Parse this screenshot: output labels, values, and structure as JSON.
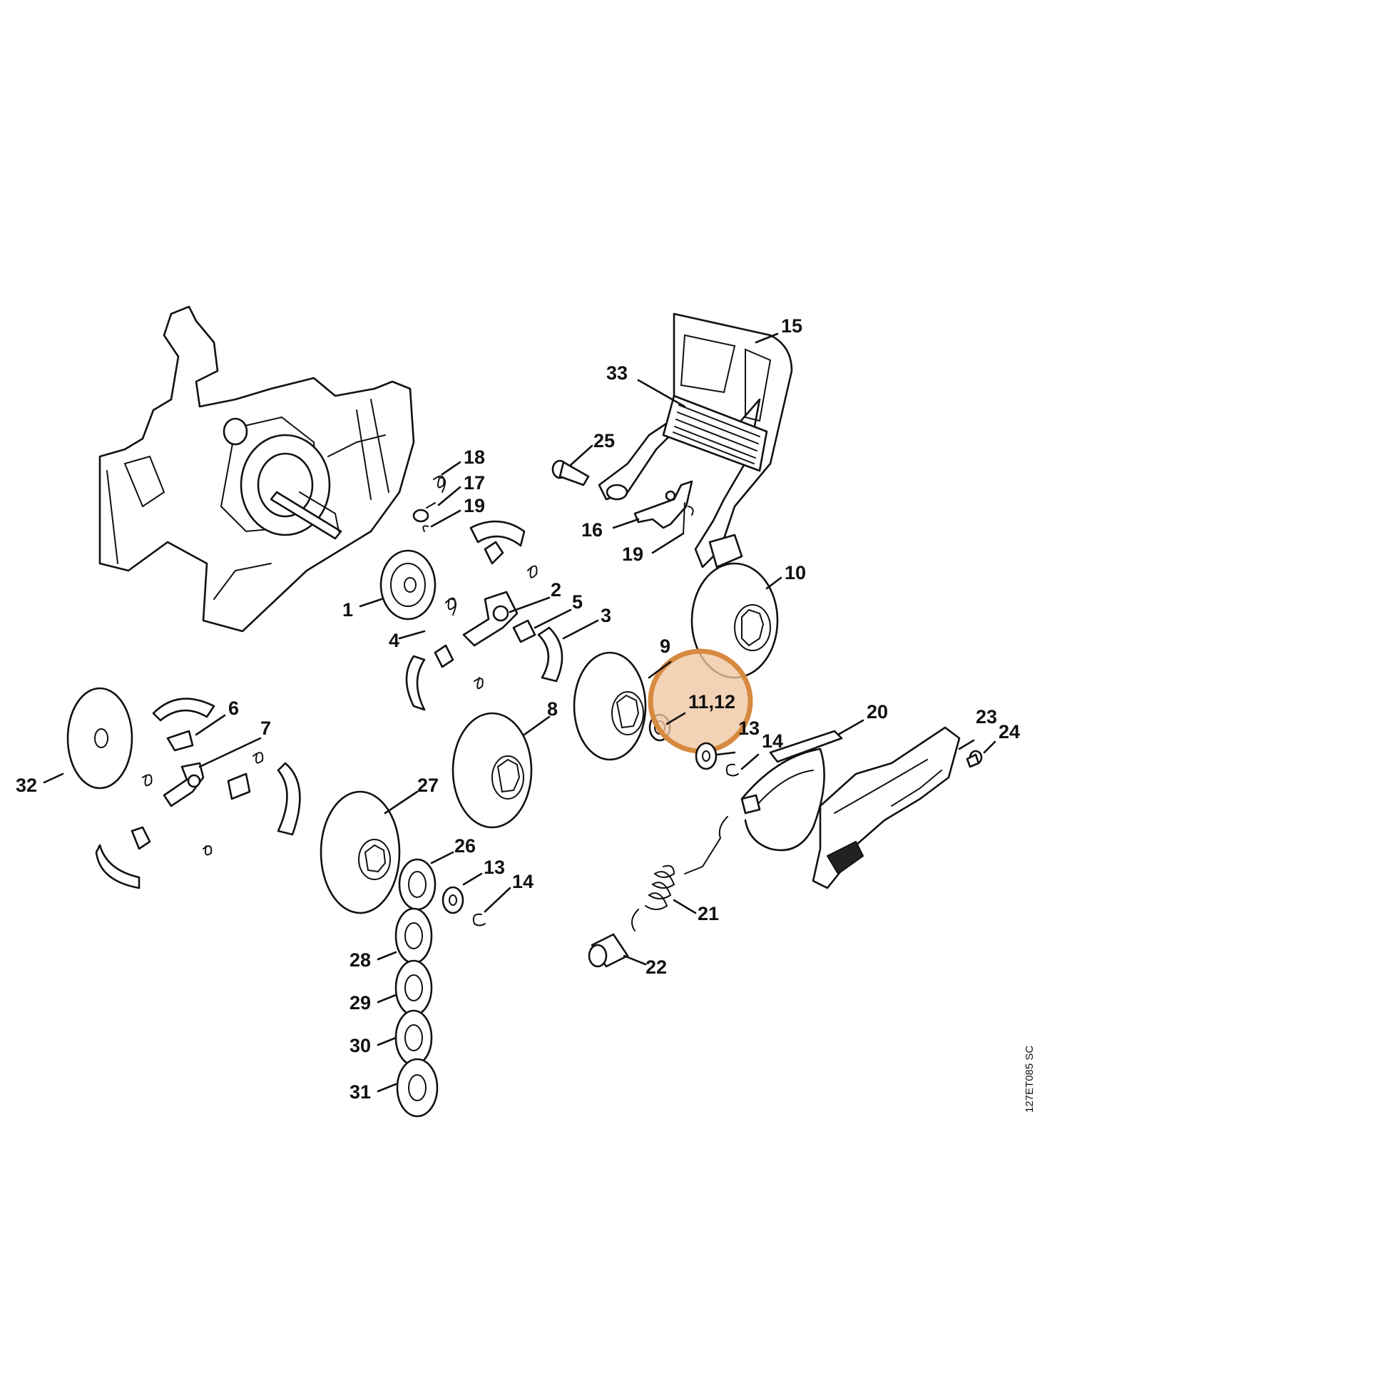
{
  "drawing_code": "127ET085 SC",
  "highlight": {
    "label": "11,12",
    "fill": "#f0c7a0",
    "stroke": "#d6893f"
  },
  "callouts": [
    {
      "id": "c15",
      "text": "15"
    },
    {
      "id": "c33",
      "text": "33"
    },
    {
      "id": "c25",
      "text": "25"
    },
    {
      "id": "c18",
      "text": "18"
    },
    {
      "id": "c17",
      "text": "17"
    },
    {
      "id": "c19a",
      "text": "19"
    },
    {
      "id": "c16",
      "text": "16"
    },
    {
      "id": "c19b",
      "text": "19"
    },
    {
      "id": "c10",
      "text": "10"
    },
    {
      "id": "c1",
      "text": "1"
    },
    {
      "id": "c2",
      "text": "2"
    },
    {
      "id": "c5",
      "text": "5"
    },
    {
      "id": "c3",
      "text": "3"
    },
    {
      "id": "c4",
      "text": "4"
    },
    {
      "id": "c9",
      "text": "9"
    },
    {
      "id": "c13a",
      "text": "13"
    },
    {
      "id": "c14a",
      "text": "14"
    },
    {
      "id": "c20",
      "text": "20"
    },
    {
      "id": "c23",
      "text": "23"
    },
    {
      "id": "c24",
      "text": "24"
    },
    {
      "id": "c6",
      "text": "6"
    },
    {
      "id": "c7",
      "text": "7"
    },
    {
      "id": "c8",
      "text": "8"
    },
    {
      "id": "c32",
      "text": "32"
    },
    {
      "id": "c27",
      "text": "27"
    },
    {
      "id": "c26",
      "text": "26"
    },
    {
      "id": "c13b",
      "text": "13"
    },
    {
      "id": "c14b",
      "text": "14"
    },
    {
      "id": "c21",
      "text": "21"
    },
    {
      "id": "c22",
      "text": "22"
    },
    {
      "id": "c28",
      "text": "28"
    },
    {
      "id": "c29",
      "text": "29"
    },
    {
      "id": "c30",
      "text": "30"
    },
    {
      "id": "c31",
      "text": "31"
    }
  ]
}
